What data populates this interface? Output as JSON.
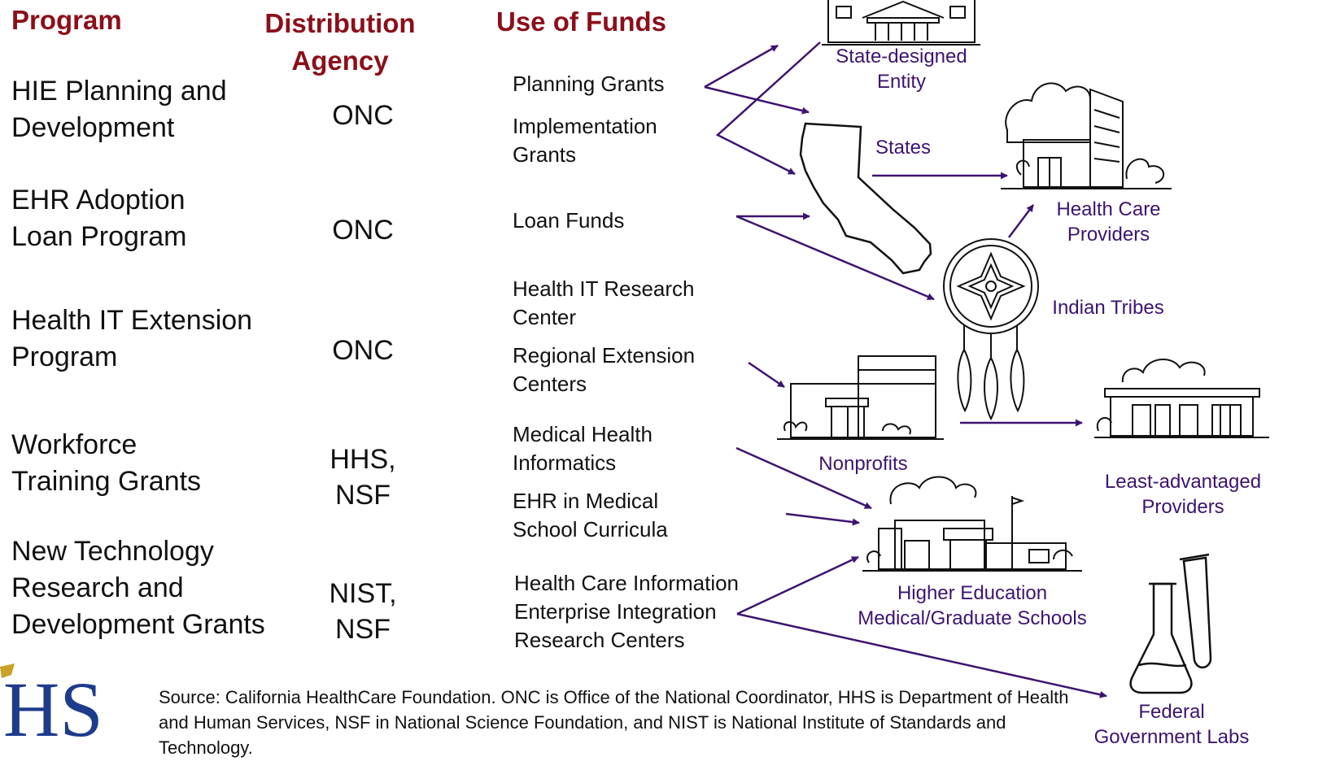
{
  "headers": {
    "program": "Program",
    "agency": "Distribution Agency",
    "use": "Use of Funds"
  },
  "programs": [
    {
      "name": "HIE Planning and Development",
      "agency": "ONC"
    },
    {
      "name": "EHR Adoption Loan Program",
      "agency": "ONC"
    },
    {
      "name": "Health IT Extension Program",
      "agency": "ONC"
    },
    {
      "name": "Workforce Training Grants",
      "agency": "HHS, NSF"
    },
    {
      "name": "New Technology Research and Development Grants",
      "agency": "NIST, NSF"
    }
  ],
  "funds": [
    "Planning Grants",
    "Implementation Grants",
    "Loan Funds",
    "Health IT Research Center",
    "Regional Extension Centers",
    "Medical Health Informatics",
    "EHR in Medical School Curricula",
    "Health Care Information Enterprise Integration Research Centers"
  ],
  "recipients": {
    "state_entity": "State-designed Entity",
    "states": "States",
    "health_care_providers": "Health Care Providers",
    "indian_tribes": "Indian Tribes",
    "nonprofits": "Nonprofits",
    "least_advantaged": "Least-advantaged Providers",
    "higher_education": "Higher Education Medical/Graduate Schools",
    "federal_labs": "Federal Government Labs"
  },
  "source": "Source: California HealthCare Foundation. ONC is Office of the National Coordinator, HHS is Department of Health and Human Services, NSF in National Science Foundation, and NIST is National Institute of Standards and Technology.",
  "logo_text": "HS",
  "colors": {
    "header": "#8b0f1a",
    "recipient": "#3d1470",
    "arrow": "#3d1470",
    "logo": "#1e3c8c"
  }
}
